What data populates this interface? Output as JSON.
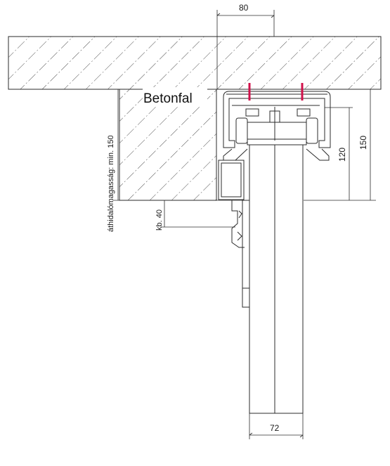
{
  "diagram": {
    "wall_label": "Betonfal",
    "dimensions": {
      "top_width": "80",
      "bottom_width": "72",
      "height_120": "120",
      "height_150": "150",
      "lintel_height": "áthidalómagasság: min. 150",
      "gap_approx": "kb. 40"
    }
  },
  "colors": {
    "line": "#2b2b2b",
    "hatch": "#3a3a3a",
    "anchor": "#d0104a",
    "background": "#ffffff"
  }
}
